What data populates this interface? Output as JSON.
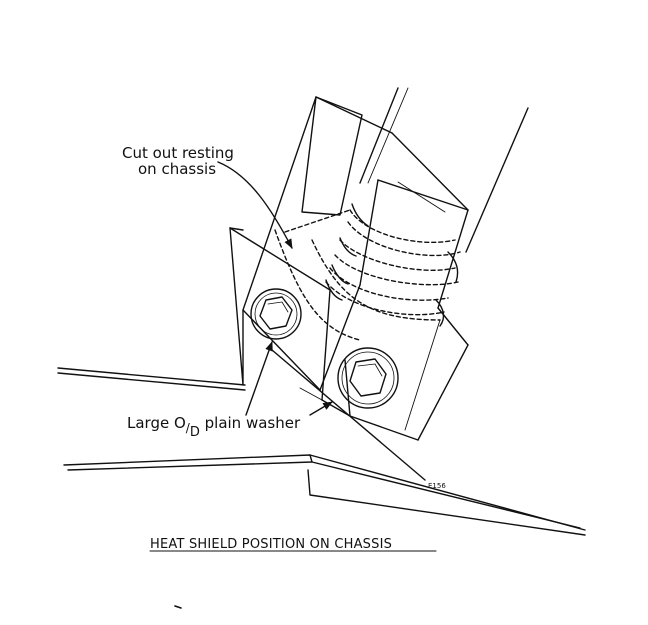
{
  "diagram": {
    "title": "HEAT SHIELD POSITION ON CHASSIS",
    "labels": {
      "cut_out_line1": "Cut out resting",
      "cut_out_line2": "on chassis",
      "washer_large": "Large ",
      "washer_od_o": "O",
      "washer_od_slash": "/",
      "washer_od_d": "D",
      "washer_rest": " plain washer"
    },
    "drawing_ref": "E156"
  }
}
